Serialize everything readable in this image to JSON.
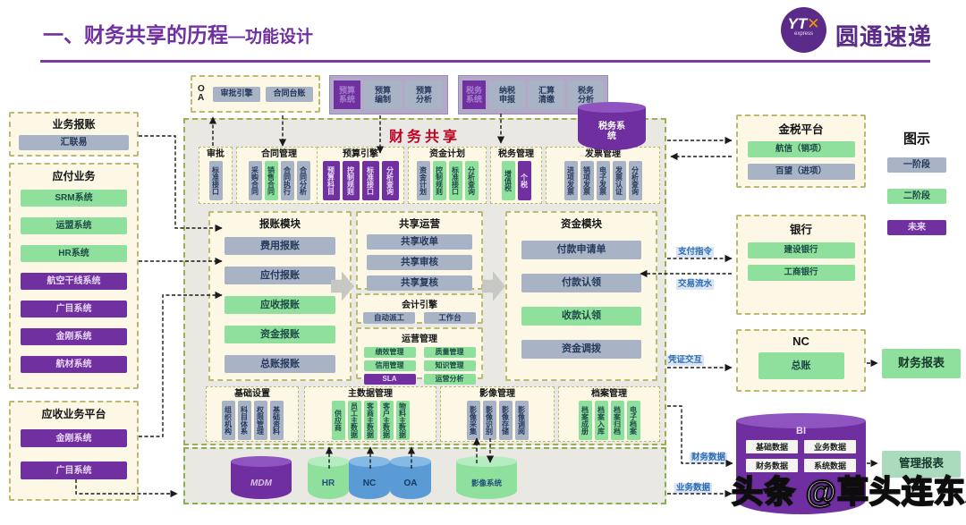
{
  "header": {
    "title_prefix": "一、",
    "title_main": "财务共享的历程",
    "title_sub": "—功能设计",
    "logo": {
      "yt": "YT",
      "x": "✕",
      "express": "express",
      "brand": "圆通速递"
    }
  },
  "legend": {
    "title": "图示",
    "items": [
      {
        "label": "一阶段",
        "type": "gray"
      },
      {
        "label": "二阶段",
        "type": "green"
      },
      {
        "label": "未来",
        "type": "purple"
      }
    ]
  },
  "left": {
    "biz_report": {
      "title": "业务报账",
      "items": [
        {
          "label": "汇联易",
          "type": "gray"
        }
      ]
    },
    "payable": {
      "title": "应付业务",
      "items": [
        {
          "label": "SRM系统",
          "type": "green"
        },
        {
          "label": "运盟系统",
          "type": "green"
        },
        {
          "label": "HR系统",
          "type": "green"
        },
        {
          "label": "航空干线系统",
          "type": "purple"
        },
        {
          "label": "广目系统",
          "type": "purple"
        },
        {
          "label": "金刚系统",
          "type": "purple"
        },
        {
          "label": "航材系统",
          "type": "purple"
        }
      ]
    },
    "receivable": {
      "title": "应收业务平台",
      "items": [
        {
          "label": "金刚系统",
          "type": "purple"
        },
        {
          "label": "广目系统",
          "type": "purple"
        }
      ]
    }
  },
  "top": {
    "oa": {
      "label": "OA",
      "items": [
        {
          "label": "审批引擎",
          "type": "gray"
        },
        {
          "label": "合同台账",
          "type": "gray"
        }
      ]
    },
    "budget": {
      "label": "预算系统",
      "items": [
        {
          "label": "预算编制",
          "type": "gray"
        },
        {
          "label": "预算分析",
          "type": "gray"
        }
      ]
    },
    "tax": {
      "label": "税务系统",
      "items": [
        {
          "label": "纳税申报",
          "type": "gray"
        },
        {
          "label": "汇算清缴",
          "type": "gray"
        },
        {
          "label": "税务分析",
          "type": "gray"
        }
      ]
    },
    "tax_cylinder": "税务系统"
  },
  "center": {
    "title": "财务共享",
    "top_groups": [
      {
        "title": "审批",
        "boxes": [
          {
            "label": "标准接口",
            "type": "gray"
          }
        ]
      },
      {
        "title": "合同管理",
        "boxes": [
          {
            "label": "采购合同",
            "type": "gray"
          },
          {
            "label": "销售合同",
            "type": "green"
          },
          {
            "label": "合同执行",
            "type": "gray"
          },
          {
            "label": "合同分析",
            "type": "gray"
          }
        ]
      },
      {
        "title": "预算引擎",
        "boxes": [
          {
            "label": "预算科目",
            "type": "purple"
          },
          {
            "label": "控制规则",
            "type": "purple"
          },
          {
            "label": "标准接口",
            "type": "purple"
          },
          {
            "label": "分析查询",
            "type": "purple"
          }
        ]
      },
      {
        "title": "资金计划",
        "boxes": [
          {
            "label": "资金计划",
            "type": "gray"
          },
          {
            "label": "控制规则",
            "type": "green"
          },
          {
            "label": "标准接口",
            "type": "green"
          },
          {
            "label": "分析查询",
            "type": "green"
          }
        ]
      },
      {
        "title": "税务管理",
        "boxes": [
          {
            "label": "增值税",
            "type": "green"
          },
          {
            "label": "个税",
            "type": "purple"
          }
        ]
      },
      {
        "title": "发票管理",
        "boxes": [
          {
            "label": "进项发票",
            "type": "gray"
          },
          {
            "label": "销项发票",
            "type": "gray"
          },
          {
            "label": "电子发票",
            "type": "gray"
          },
          {
            "label": "发票认证",
            "type": "gray"
          },
          {
            "label": "分析查询",
            "type": "gray"
          }
        ]
      }
    ],
    "reimburse": {
      "title": "报账模块",
      "items": [
        {
          "label": "费用报账",
          "type": "gray"
        },
        {
          "label": "应付报账",
          "type": "gray"
        },
        {
          "label": "应收报账",
          "type": "green"
        },
        {
          "label": "资金报账",
          "type": "green"
        },
        {
          "label": "总账报账",
          "type": "gray"
        }
      ]
    },
    "shared_ops": {
      "title": "共享运营",
      "items": [
        {
          "label": "共享收单",
          "type": "gray"
        },
        {
          "label": "共享审核",
          "type": "gray"
        },
        {
          "label": "共享复核",
          "type": "gray"
        }
      ]
    },
    "engine": {
      "title": "会计引擎",
      "items": [
        {
          "label": "自动派工",
          "type": "gray"
        },
        {
          "label": "工作台",
          "type": "gray"
        }
      ]
    },
    "ops": {
      "title": "运营管理",
      "items": [
        {
          "label": "绩效管理",
          "type": "green"
        },
        {
          "label": "质量管理",
          "type": "green"
        },
        {
          "label": "信用管理",
          "type": "green"
        },
        {
          "label": "知识管理",
          "type": "green"
        },
        {
          "label": "SLA",
          "type": "purple"
        },
        {
          "label": "运营分析",
          "type": "green"
        }
      ]
    },
    "fund": {
      "title": "资金模块",
      "items": [
        {
          "label": "付款申请单",
          "type": "gray"
        },
        {
          "label": "付款认领",
          "type": "gray"
        },
        {
          "label": "收款认领",
          "type": "green"
        },
        {
          "label": "资金调拨",
          "type": "gray"
        }
      ]
    },
    "bottom_groups": [
      {
        "title": "基础设置",
        "boxes": [
          {
            "label": "组织机构",
            "type": "gray"
          },
          {
            "label": "科目体系",
            "type": "gray"
          },
          {
            "label": "权限管理",
            "type": "gray"
          },
          {
            "label": "基础资料",
            "type": "gray"
          }
        ]
      },
      {
        "title": "主数据管理",
        "boxes": [
          {
            "label": "供应商",
            "type": "green"
          },
          {
            "label": "员工主数据",
            "type": "green"
          },
          {
            "label": "客商主数据",
            "type": "green"
          },
          {
            "label": "客户主数据",
            "type": "green"
          },
          {
            "label": "物料主数据",
            "type": "green"
          }
        ]
      },
      {
        "title": "影像管理",
        "boxes": [
          {
            "label": "影像采集",
            "type": "gray"
          },
          {
            "label": "影像识别",
            "type": "gray"
          },
          {
            "label": "影像存储",
            "type": "gray"
          },
          {
            "label": "影像调阅",
            "type": "gray"
          }
        ]
      },
      {
        "title": "档案管理",
        "boxes": [
          {
            "label": "档案成册",
            "type": "green"
          },
          {
            "label": "档案入库",
            "type": "green"
          },
          {
            "label": "档案归档",
            "type": "green"
          },
          {
            "label": "电子档案",
            "type": "green"
          }
        ]
      }
    ]
  },
  "datastores": [
    {
      "label": "MDM",
      "type": "purple"
    },
    {
      "label": "HR",
      "type": "green"
    },
    {
      "label": "NC",
      "type": "blue"
    },
    {
      "label": "OA",
      "type": "blue"
    },
    {
      "label": "影像系统",
      "type": "green"
    }
  ],
  "right": {
    "golden_tax": {
      "title": "金税平台",
      "items": [
        {
          "label": "航信（销项）",
          "type": "green"
        },
        {
          "label": "百望（进项）",
          "type": "gray"
        }
      ]
    },
    "bank": {
      "title": "银行",
      "items": [
        {
          "label": "建设银行",
          "type": "green"
        },
        {
          "label": "工商银行",
          "type": "green"
        }
      ]
    },
    "nc": {
      "title": "NC",
      "items": [
        {
          "label": "总账",
          "type": "green"
        }
      ]
    },
    "bi": {
      "title": "BI",
      "items": [
        "基础数据",
        "业务数据",
        "财务数据",
        "系统数据"
      ]
    },
    "fin_report": "财务报表",
    "mgmt_report": "管理报表"
  },
  "flows": {
    "pay_cmd": "支付指令",
    "txn_flow": "交易流水",
    "voucher": "凭证交互",
    "fin_data": "财务数据",
    "biz_data": "业务数据"
  },
  "watermark": "头条 @草头连东女",
  "colors": {
    "accent": "#7030a0",
    "phase1": "#a9b3c6",
    "phase2": "#8fe09c",
    "future": "#7030a0",
    "shared_title": "#c00023"
  }
}
